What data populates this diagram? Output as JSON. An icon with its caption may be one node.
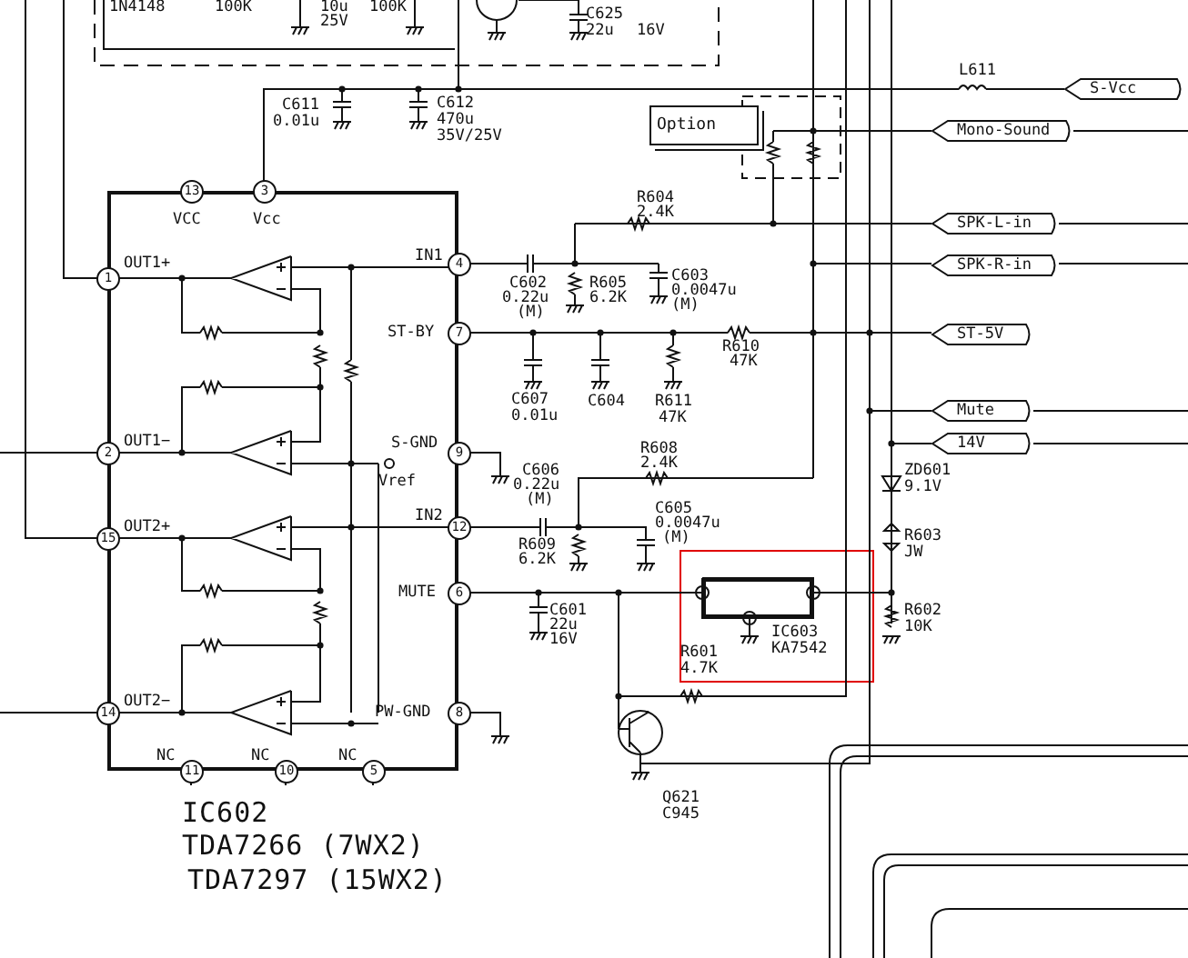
{
  "diagram": {
    "nodes": [
      {
        "text": [],
        "shape": "box"
      },
      {
        "text": [
          "13"
        ]
      },
      {
        "text": [
          "3"
        ]
      },
      {
        "text": [
          "4"
        ]
      },
      {
        "text": [
          "1"
        ]
      },
      {
        "text": [
          "7"
        ]
      },
      {
        "text": [
          "2"
        ]
      },
      {
        "text": [
          "9"
        ]
      },
      {
        "text": [
          "12"
        ]
      },
      {
        "text": [
          "15"
        ]
      },
      {
        "text": [
          "6"
        ]
      },
      {
        "text": [
          "14"
        ]
      },
      {
        "text": [
          "8"
        ]
      },
      {
        "text": [
          "11"
        ]
      },
      {
        "text": [
          "10"
        ]
      },
      {
        "text": [
          "5"
        ]
      },
      {
        "text": [],
        "shape": "box",
        "beside": [
          "IC603",
          "KA7542"
        ]
      },
      {
        "text": [
          "Option"
        ]
      },
      {
        "text": [
          "S-Vcc"
        ]
      },
      {
        "text": [
          "Mono-Sound"
        ]
      },
      {
        "text": [
          "SPK-L-in"
        ]
      },
      {
        "text": [
          "SPK-R-in"
        ]
      },
      {
        "text": [
          "ST-5V"
        ]
      },
      {
        "text": [
          "Mute"
        ]
      },
      {
        "text": [
          "14V"
        ]
      }
    ],
    "labels": [
      "1N4148",
      "100K",
      "10u",
      "25V",
      "100K",
      "C625",
      "22u",
      "16V",
      "L611",
      "C611",
      "0.01u",
      "C612",
      "470u",
      "35V/25V",
      "VCC",
      "Vcc",
      "R604",
      "2.4K",
      "OUT1+",
      "IN1",
      "C602",
      "0.22u",
      "(M)",
      "R605",
      "6.2K",
      "C603",
      "0.0047u",
      "(M)",
      "ST-BY",
      "R610",
      "47K",
      "C607",
      "0.01u",
      "C604",
      "R611",
      "47K",
      "OUT1−",
      "S-GND",
      "Vref",
      "R608",
      "2.4K",
      "C606",
      "0.22u",
      "(M)",
      "IN2",
      "OUT2+",
      "C605",
      "0.0047u",
      "R609",
      "(M)",
      "6.2K",
      "MUTE",
      "C601",
      "22u",
      "16V",
      "R601",
      "4.7K",
      "OUT2−",
      "PW-GND",
      "NC",
      "NC",
      "NC",
      "IC602",
      "TDA7266 (7WX2)",
      "TDA7297 (15WX2)",
      "Q621",
      "C945",
      "ZD601",
      "9.1V",
      "R603",
      "JW",
      "R602",
      "10K"
    ]
  }
}
